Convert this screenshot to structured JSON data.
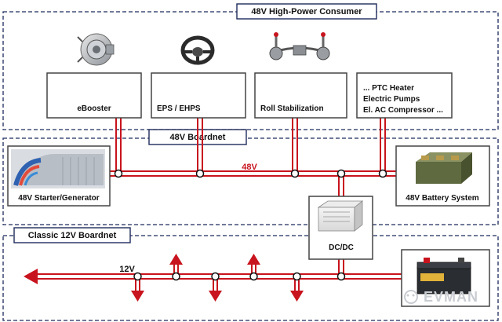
{
  "regions": {
    "consumer_title": "48V High-Power Consumer",
    "boardnet48_title": "48V Boardnet",
    "boardnet12_title": "Classic 12V Boardnet"
  },
  "consumers": [
    {
      "label": "eBooster",
      "icon": "ebooster-icon"
    },
    {
      "label": "EPS / EHPS",
      "icon": "steering-wheel-icon"
    },
    {
      "label": "Roll Stabilization",
      "icon": "roll-stabilizer-icon"
    },
    {
      "label_lines": [
        "... PTC Heater",
        "Electric Pumps",
        "El. AC Compressor ..."
      ]
    }
  ],
  "components": {
    "starter_generator": "48V Starter/Generator",
    "battery_48v": "48V Battery System",
    "dcdc": "DC/DC",
    "battery_12v_icon": "car-battery-icon"
  },
  "bus": {
    "label_48v": "48V",
    "label_12v": "12V"
  },
  "watermark": {
    "text": "EVMAN"
  },
  "colors": {
    "bus_red": "#c8141e",
    "frame_navy": "#1f2a5a",
    "box_border": "#444444"
  }
}
